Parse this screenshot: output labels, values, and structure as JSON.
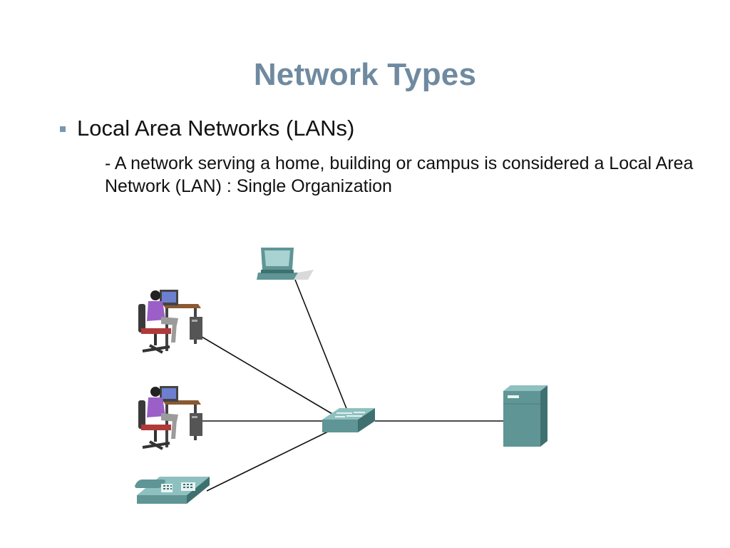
{
  "slide": {
    "title": "Network Types",
    "bullet": "Local Area Networks (LANs)",
    "description": "- A network serving a home, building or campus is considered a Local Area Network (LAN) : Single Organization"
  },
  "diagram": {
    "nodes": [
      {
        "id": "laptop",
        "icon": "laptop-icon"
      },
      {
        "id": "user1",
        "icon": "workstation-user-icon"
      },
      {
        "id": "user2",
        "icon": "workstation-user-icon"
      },
      {
        "id": "phone",
        "icon": "ip-phone-icon"
      },
      {
        "id": "switch",
        "icon": "switch-icon"
      },
      {
        "id": "server",
        "icon": "server-icon"
      }
    ],
    "links": [
      [
        "laptop",
        "switch"
      ],
      [
        "user1",
        "switch"
      ],
      [
        "user2",
        "switch"
      ],
      [
        "phone",
        "switch"
      ],
      [
        "switch",
        "server"
      ]
    ],
    "colors": {
      "device_teal": "#5f9595",
      "device_light": "#8fc0c0",
      "device_dark": "#3f7070",
      "title": "#6f8aa0",
      "bullet": "#7a97ad",
      "shirt": "#9b5fc7",
      "chair": "#3a3a3a",
      "desk": "#8a5a32"
    }
  }
}
